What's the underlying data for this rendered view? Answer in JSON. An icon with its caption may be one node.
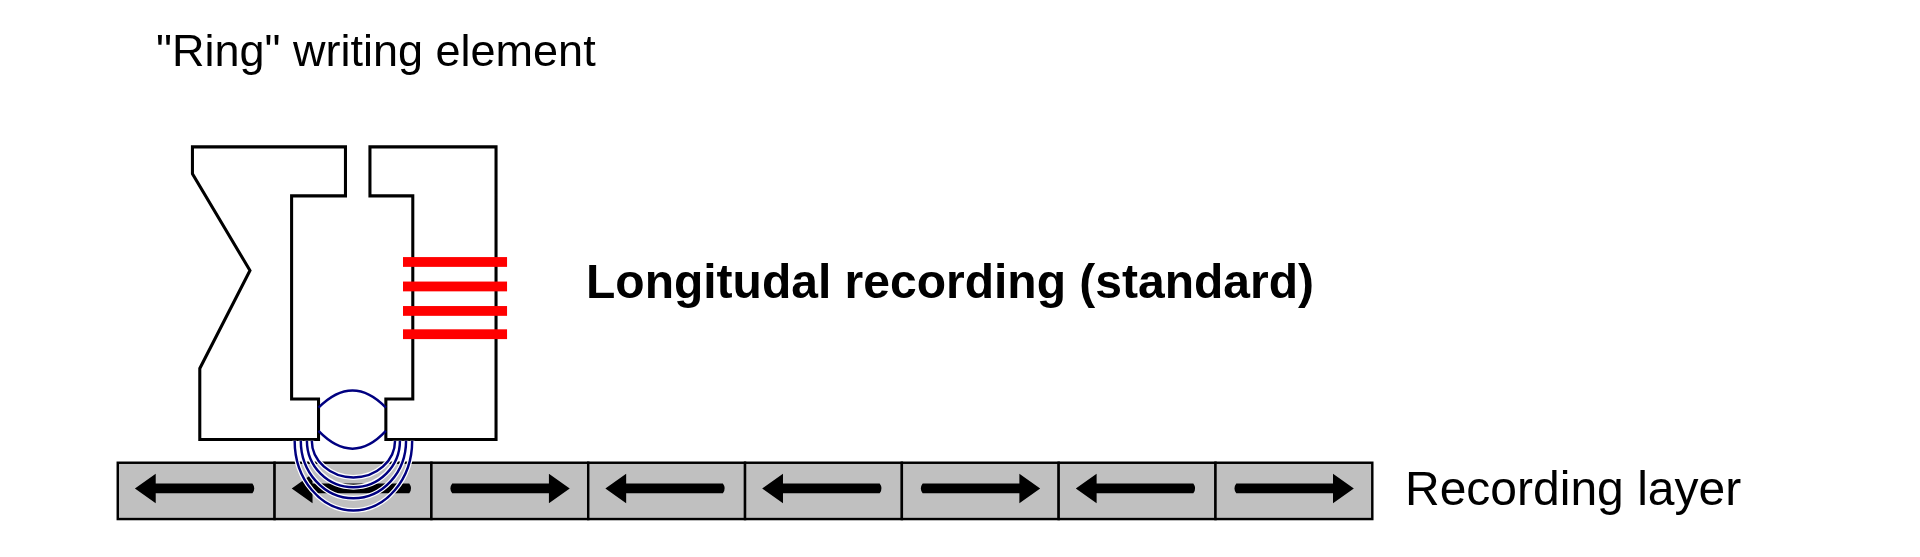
{
  "diagram": {
    "title": "Longitudal recording (standard)",
    "labels": [
      "\"Ring\" writing element",
      "Recording layer"
    ]
  }
}
